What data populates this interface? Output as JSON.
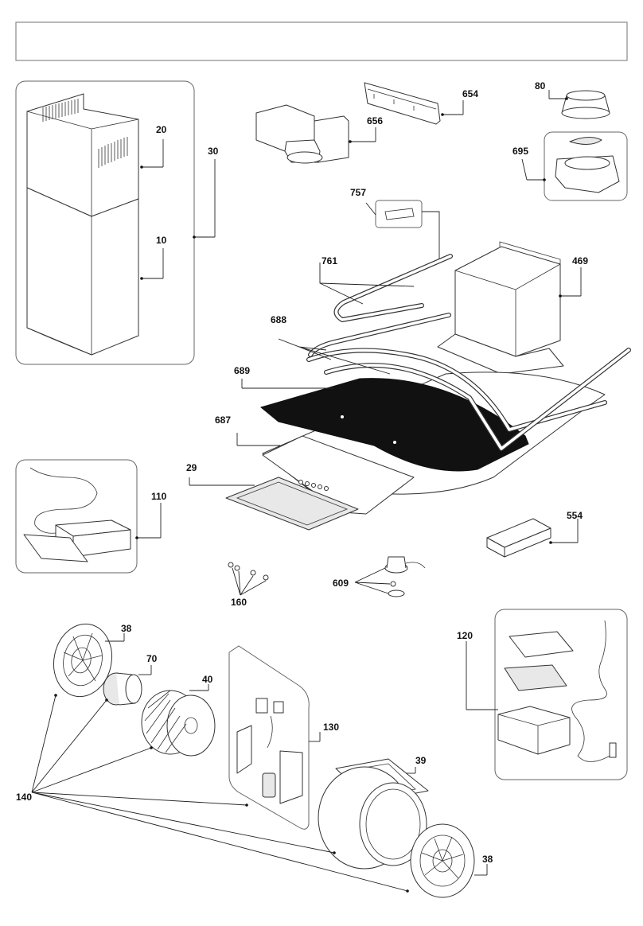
{
  "header": {
    "title": ""
  },
  "labels": {
    "p20": "20",
    "p30": "30",
    "p10": "10",
    "p654": "654",
    "p656": "656",
    "p80": "80",
    "p695": "695",
    "p757": "757",
    "p761": "761",
    "p469": "469",
    "p688": "688",
    "p689": "689",
    "p687": "687",
    "p29": "29",
    "p110": "110",
    "p554": "554",
    "p609": "609",
    "p160": "160",
    "p120": "120",
    "p38a": "38",
    "p70": "70",
    "p40": "40",
    "p130": "130",
    "p39": "39",
    "p140": "140",
    "p38b": "38"
  }
}
